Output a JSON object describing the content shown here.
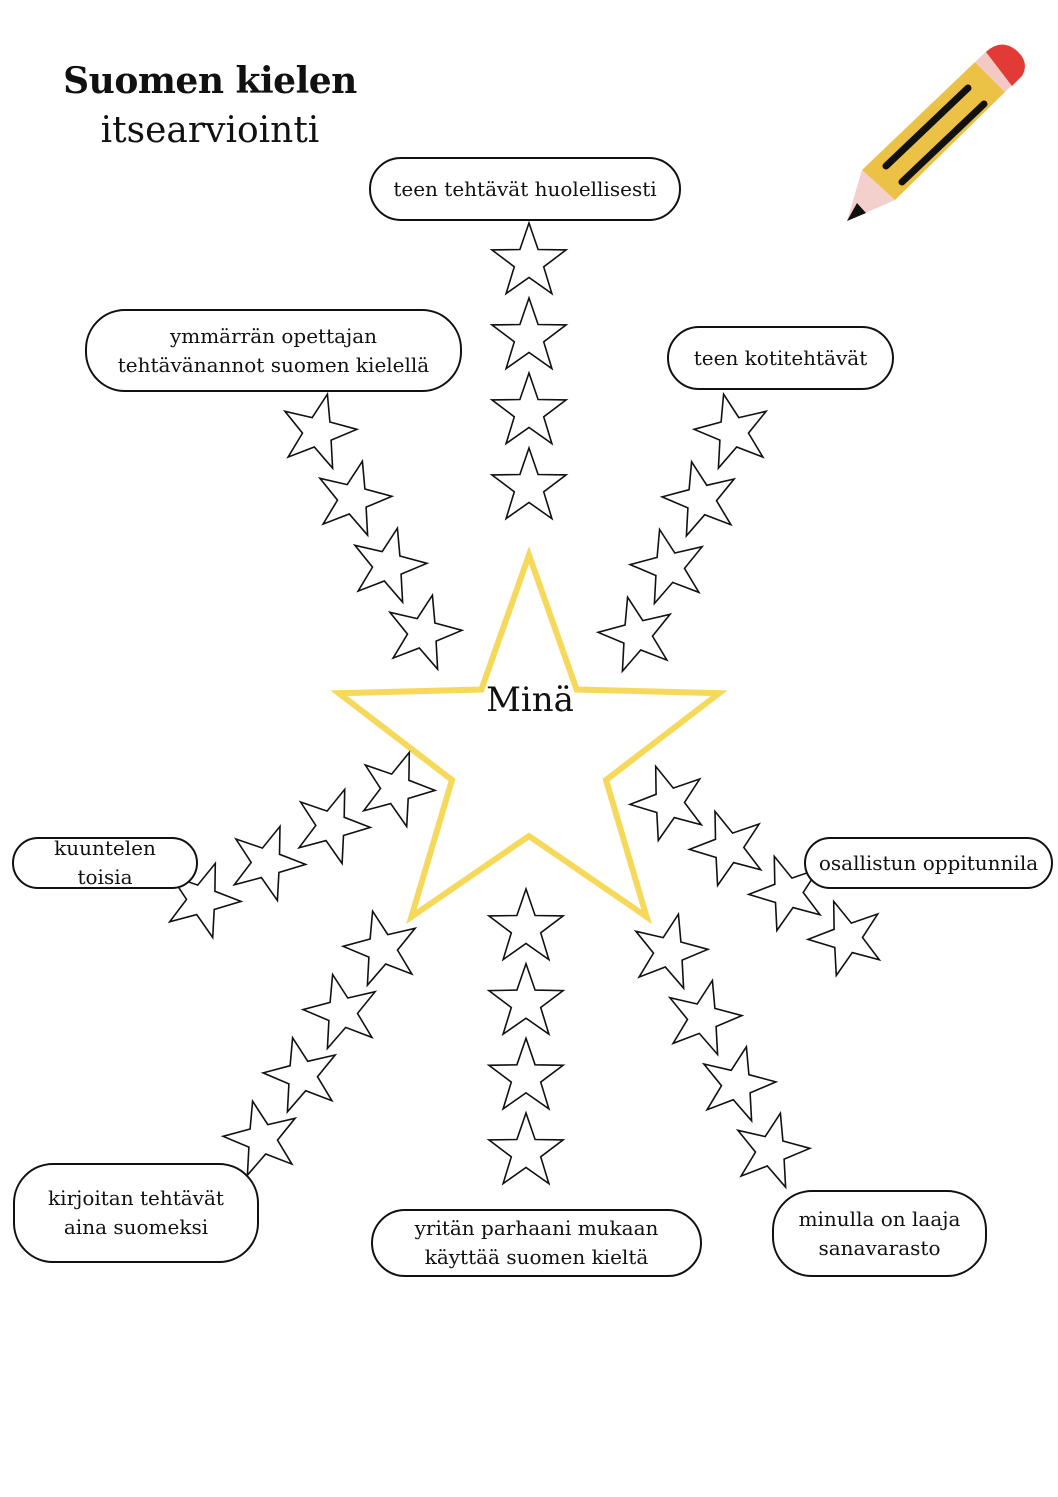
{
  "header": {
    "title_line1": "Suomen kielen",
    "title_line2": "itsearviointi"
  },
  "center": {
    "label": "Minä"
  },
  "goals": [
    {
      "id": "careful",
      "text": "teen tehtävät huolellisesti"
    },
    {
      "id": "understand",
      "text": "ymmärrän opettajan tehtävänannot suomen kielellä"
    },
    {
      "id": "homework",
      "text": "teen kotitehtävät"
    },
    {
      "id": "listen",
      "text": "kuuntelen toisia"
    },
    {
      "id": "participate",
      "text": "osallistun oppitunnila"
    },
    {
      "id": "write",
      "text": "kirjoitan tehtävät aina suomeksi"
    },
    {
      "id": "speak",
      "text": "yritän parhaani mukaan käyttää suomen kieltä"
    },
    {
      "id": "vocab",
      "text": "minulla on laaja sanavarasto"
    }
  ],
  "rating": {
    "stars_per_goal": 4
  },
  "decorations": {
    "icon": "pencil-icon"
  },
  "colors": {
    "center_star": "#f6d95a",
    "pencil_body": "#ebc146",
    "pencil_eraser": "#e23a35",
    "pencil_band": "#f2c9c4",
    "pencil_wood": "#f3d0cb",
    "outline": "#111111"
  }
}
